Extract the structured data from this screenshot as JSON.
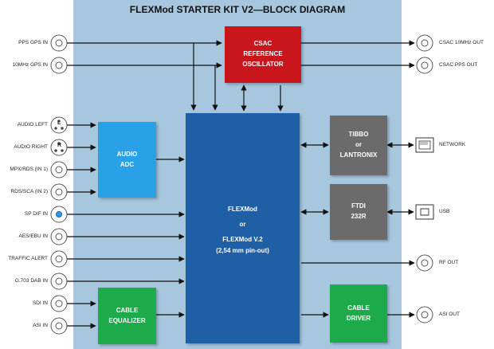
{
  "title": "FLEXMod STARTER KIT V2—BLOCK DIAGRAM",
  "blocks": {
    "csac": [
      "CSAC",
      "REFERENCE",
      "OSCILLATOR"
    ],
    "audio_adc": [
      "AUDIO",
      "ADC"
    ],
    "flexmod": [
      "FLEXMod",
      "or",
      "FLEXMod V.2",
      "(2,54 mm pin-out)"
    ],
    "tibbo": [
      "TIBBO",
      "or",
      "LANTRONIX"
    ],
    "ftdi": [
      "FTDI",
      "232R"
    ],
    "cable_equalizer": [
      "CABLE",
      "EQUALIZER"
    ],
    "cable_driver": [
      "CABLE",
      "DRIVER"
    ]
  },
  "inputs": [
    "PPS GPS IN",
    "10MHz GPS IN",
    "AUDIO LEFT",
    "AUDIO RIGHT",
    "MPX/RDS (IN 1)",
    "RDS/SCA (IN 2)",
    "SP DIF IN",
    "AES/EBU IN",
    "TRAFFIC ALERT",
    "G.703 DAB IN",
    "SDI IN",
    "ASI IN"
  ],
  "outputs": [
    "CSAC 10MHz OUT",
    "CSAC PPS OUT",
    "NETWORK",
    "USB",
    "RF OUT",
    "ASI OUT"
  ],
  "connector_marks": {
    "left": "L",
    "right": "R"
  },
  "colors": {
    "panel": "#a7c7df",
    "csac": "#c8161c",
    "flexmod": "#1e5fa6",
    "audio_adc": "#2aa0e6",
    "tibbo_ftdi": "#6b6b6b",
    "cable": "#1daa4b"
  }
}
